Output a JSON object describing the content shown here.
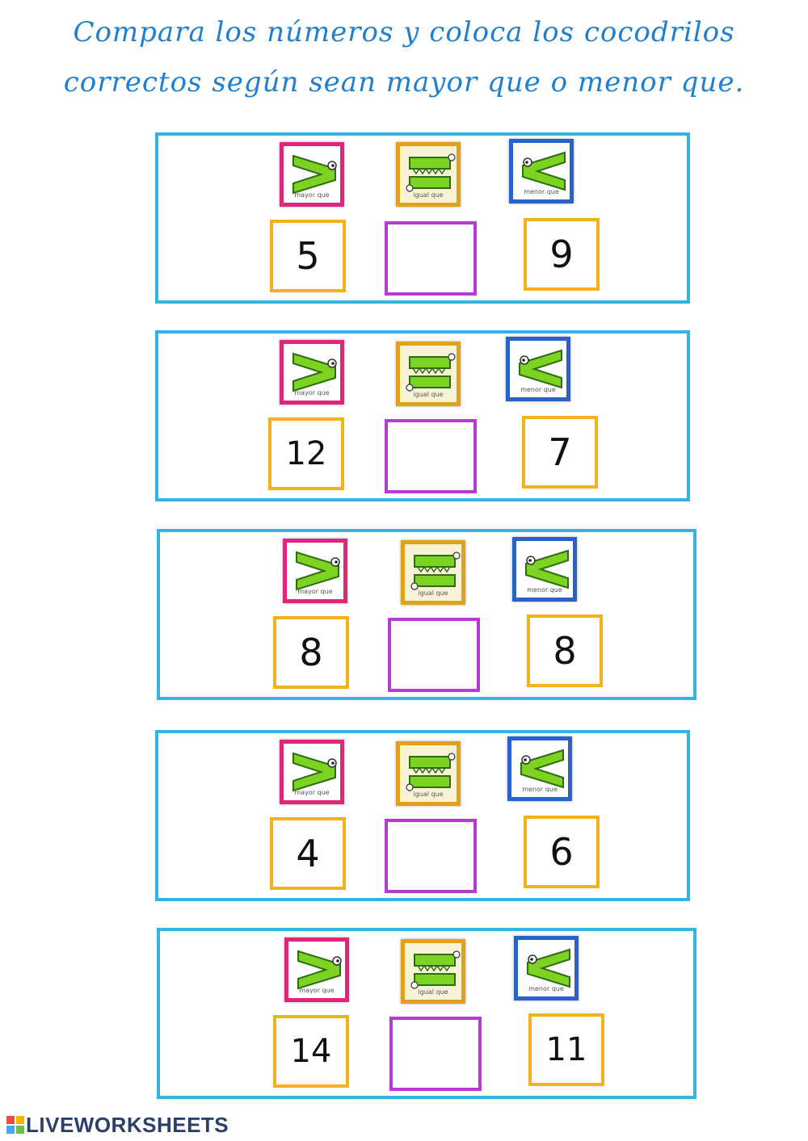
{
  "instructions": {
    "line1": "Compara los números y coloca los cocodrilos",
    "line2": "correctos según sean mayor que o menor que."
  },
  "cards": {
    "greater_caption": "mayor que",
    "equal_caption": "igual que",
    "less_caption": "menor que"
  },
  "rows": [
    {
      "left": "5",
      "right": "9"
    },
    {
      "left": "12",
      "right": "7"
    },
    {
      "left": "8",
      "right": "8"
    },
    {
      "left": "4",
      "right": "6"
    },
    {
      "left": "14",
      "right": "11"
    }
  ],
  "footer": {
    "brand": "LIVEWORKSHEETS"
  },
  "colors": {
    "title": "#1f7fd0",
    "row_border": "#35b3e3",
    "greater_border": "#e0267a",
    "equal_border": "#e0a21a",
    "less_border": "#2a62cc",
    "number_border": "#f3b21a",
    "drop_border": "#b83bd1",
    "croc_green": "#7dd321"
  },
  "icons": [
    "crocodile-greater-icon",
    "crocodile-equal-icon",
    "crocodile-less-icon",
    "liveworksheets-logo-icon"
  ]
}
